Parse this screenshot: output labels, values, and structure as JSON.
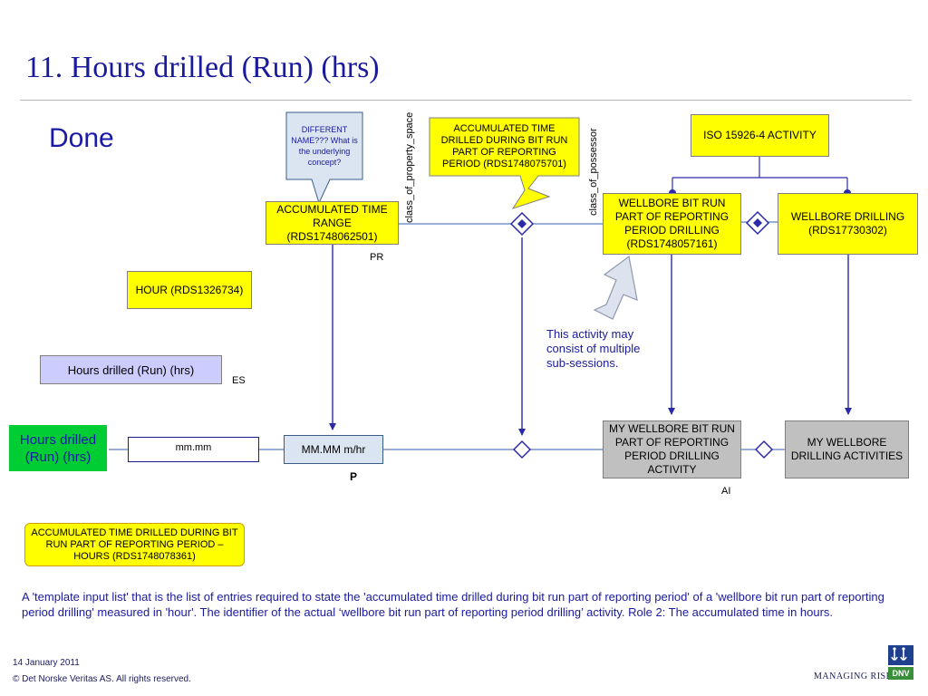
{
  "slide": {
    "title": "11. Hours drilled (Run) (hrs)",
    "status": "Done",
    "description": "A 'template input list' that is the list of entries required to state the 'accumulated time drilled during bit run part of reporting period' of a 'wellbore bit run part of reporting period drilling' measured in 'hour'. The identifier of the actual ‘wellbore bit run part of reporting period drilling’ activity. Role 2: The accumulated time in hours."
  },
  "callouts": {
    "different_name": "DIFFERENT NAME??? What is the underlying concept?",
    "accumulated_time_drilled": "ACCUMULATED TIME DRILLED DURING BIT RUN PART OF REPORTING PERIOD (RDS1748075701)",
    "multiple_sessions": "This activity may consist of multiple sub-sessions."
  },
  "nodes": {
    "iso_activity": "ISO 15926-4 ACTIVITY",
    "accumulated_time_range": "ACCUMULATED TIME RANGE (RDS1748062501)",
    "wellbore_bit_run": "WELLBORE BIT RUN PART OF REPORTING PERIOD DRILLING (RDS1748057161)",
    "wellbore_drilling": "WELLBORE DRILLING (RDS17730302)",
    "hour": "HOUR (RDS1326734)",
    "hours_drilled_run": "Hours drilled (Run) (hrs)",
    "hours_drilled_green": "Hours drilled (Run) (hrs)",
    "mm_field": "mm.mm",
    "mm_unit": "MM.MM m/hr",
    "my_wellbore_bit_run": "MY WELLBORE BIT RUN PART OF REPORTING PERIOD DRILLING ACTIVITY",
    "my_wellbore_drilling": "MY WELLBORE DRILLING ACTIVITIES",
    "accumulated_hours": "ACCUMULATED TIME DRILLED DURING BIT RUN PART OF REPORTING PERIOD – HOURS (RDS1748078361)"
  },
  "labels": {
    "class_of_property_space": "class_of_property_space",
    "class_of_possessor": "class_of_possessor",
    "pr": "PR",
    "es": "ES",
    "p": "P",
    "ai": "AI"
  },
  "footer": {
    "date": "14 January 2011",
    "copyright": "© Det Norske Veritas AS. All rights reserved.",
    "tagline": "MANAGING RISK",
    "logo_text": "DNV"
  }
}
